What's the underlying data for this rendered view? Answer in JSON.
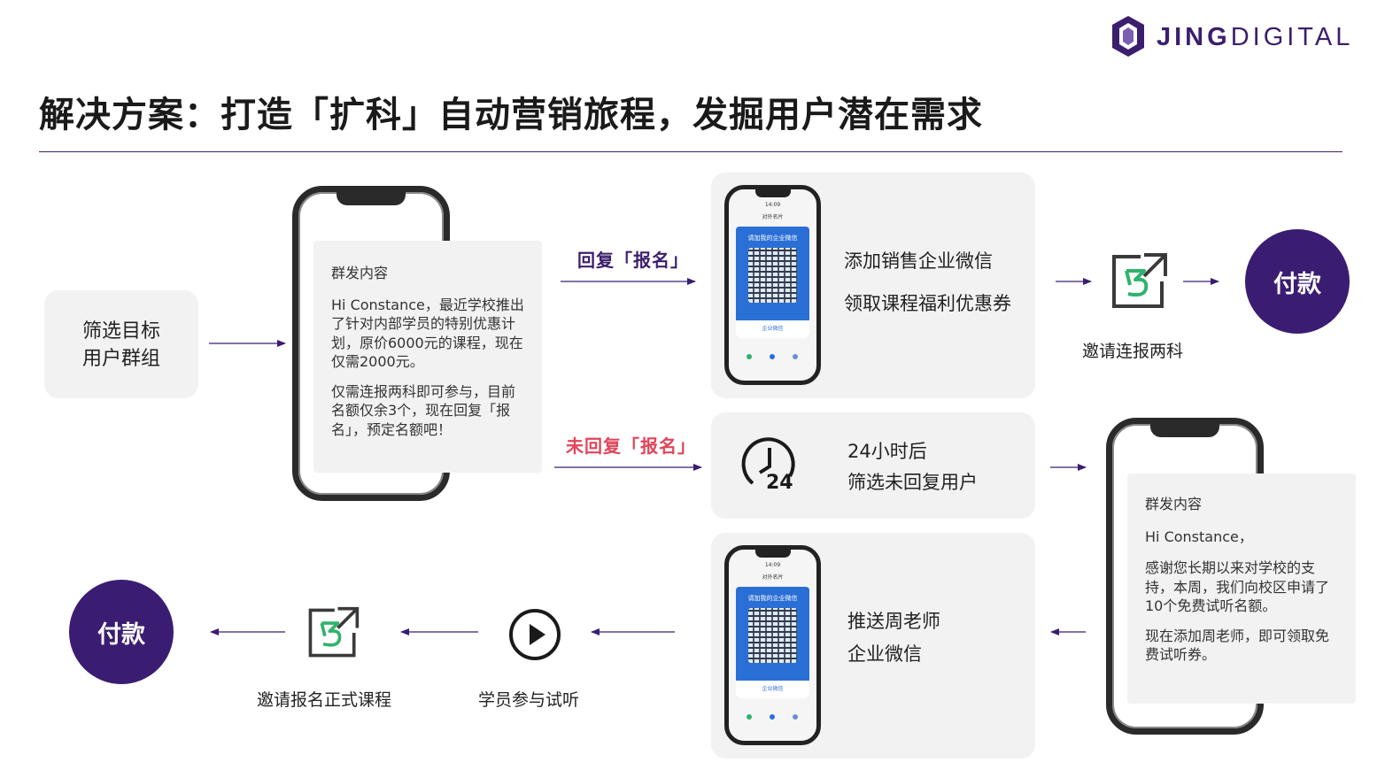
{
  "logo": {
    "bold": "JING",
    "light": "DIGITAL",
    "color": "#3b1f6e"
  },
  "title": "解决方案：打造「扩科」自动营销旅程，发掘用户潜在需求",
  "start_box": {
    "line1": "筛选目标",
    "line2": "用户群组"
  },
  "phone1": {
    "heading": "群发内容",
    "para1": "Hi Constance，最近学校推出了针对内部学员的特别优惠计划，原价6000元的课程，现在仅需2000元。",
    "para2": "仅需连报两科即可参与，目前名额仅余3个，现在回复「报名」，预定名额吧！"
  },
  "branch_reply": "回复「报名」",
  "branch_noreply": "未回复「报名」",
  "box_wechat": {
    "line1": "添加销售企业微信",
    "line2": "领取课程福利优惠券"
  },
  "invite_two": "邀请连报两科",
  "pay_top": "付款",
  "box_24h": {
    "line1": "24小时后",
    "line2": "筛选未回复用户",
    "badge": "24"
  },
  "phone2": {
    "heading": "群发内容",
    "greeting": "Hi Constance，",
    "para1": "感谢您长期以来对学校的支持，本周，我们向校区申请了10个免费试听名额。",
    "para2": "现在添加周老师，即可领取免费试听券。"
  },
  "box_teacher": {
    "line1": "推送周老师",
    "line2": "企业微信"
  },
  "trial": "学员参与试听",
  "invite_course": "邀请报名正式课程",
  "pay_bottom": "付款",
  "mini_phone": {
    "time": "14:09",
    "header": "对外名片",
    "card_title": "请加我的企业微信",
    "card_footer": "企业微信"
  },
  "colors": {
    "purple": "#3a1d72",
    "red": "#e0455a",
    "green": "#2fb36c",
    "box": "#f2f2f2"
  }
}
